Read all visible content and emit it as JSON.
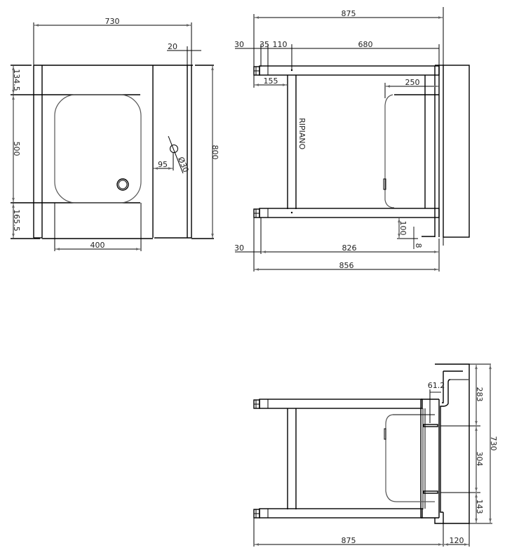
{
  "drawing": {
    "type": "technical-drawing",
    "line_color": "#000000",
    "text_color": "#222222",
    "background": "#ffffff",
    "views": {
      "top_plan": {
        "dimensions": {
          "overall_width": "730",
          "back_upstand": "20",
          "top_margin": "134.5",
          "bowl_length": "500",
          "bottom_margin": "165.5",
          "overall_depth": "800",
          "bowl_width": "400",
          "tap_hole_offset": "95",
          "tap_hole_diameter": "Ø30"
        }
      },
      "side_elevation": {
        "label": "RIPIANO",
        "dimensions": {
          "overall_length": "875",
          "foot_offset": "30",
          "foot_cap": "35",
          "leg_offset": "110",
          "rail_length": "680",
          "shelf_offset": "155",
          "bowl_depth": "250",
          "shelf_height": "100",
          "gap": "8",
          "bottom_offset": "30",
          "inner_length": "826",
          "total_length": "856"
        }
      },
      "front_elevation": {
        "dimensions": {
          "bracket_gap": "61.2",
          "upper_section": "283",
          "middle_section": "304",
          "lower_section": "143",
          "overall_height": "730",
          "overall_length": "875",
          "upstand_depth": "120"
        }
      }
    }
  }
}
